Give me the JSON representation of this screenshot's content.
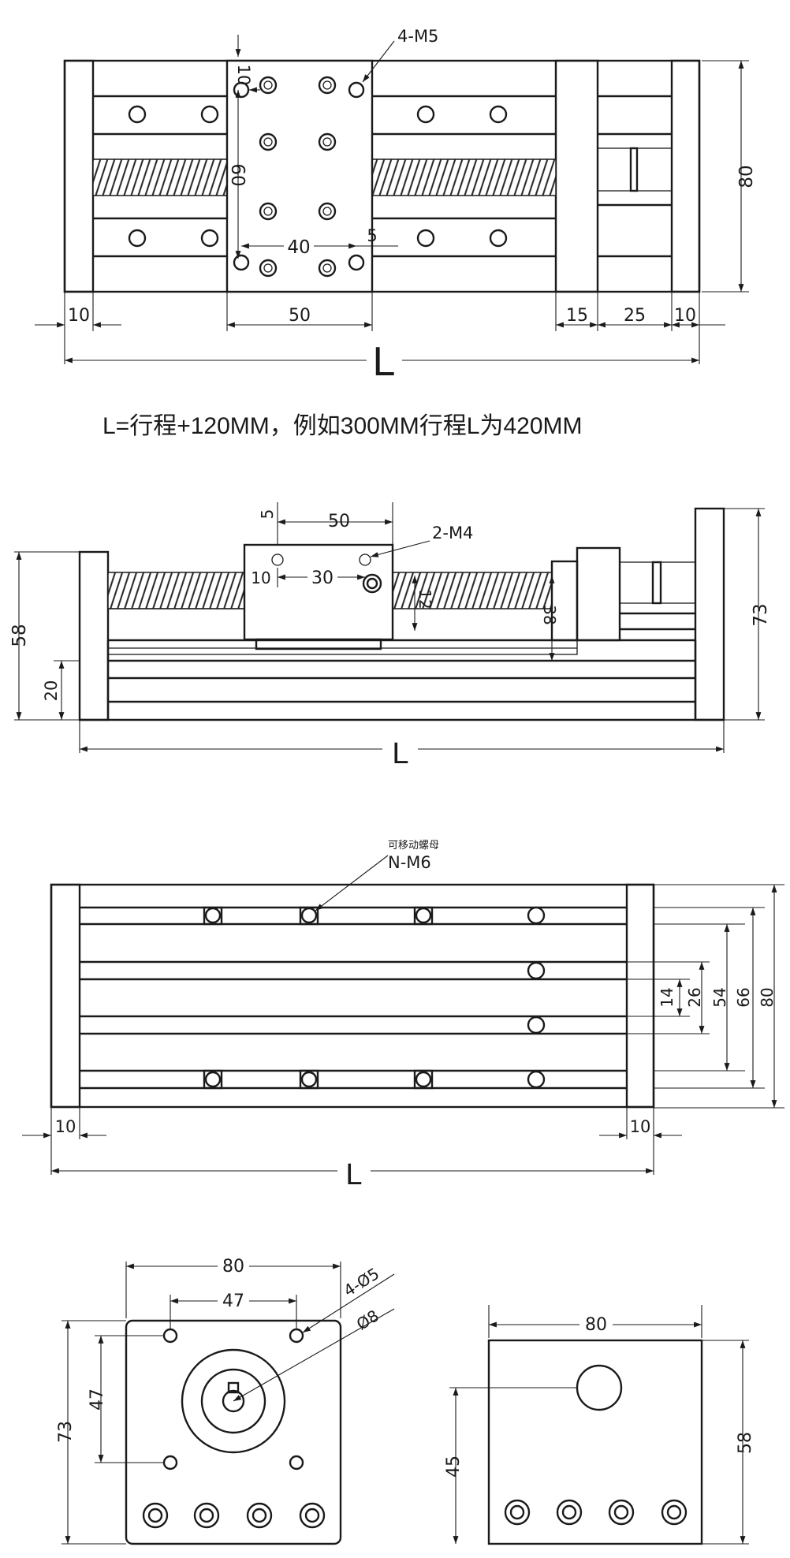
{
  "top_view": {
    "thread_label": "4-M5",
    "dims": {
      "d10_top": "10",
      "d60": "60",
      "d40": "40",
      "d5": "5",
      "d80": "80",
      "d10_left": "10",
      "d50": "50",
      "d15": "15",
      "d25": "25",
      "d10_right": "10",
      "L": "L"
    }
  },
  "note": "L=行程+120MM，例如300MM行程L为420MM",
  "side_view": {
    "thread_label": "2-M4",
    "dims": {
      "d5": "5",
      "d50": "50",
      "d10": "10",
      "d30": "30",
      "d12": "12",
      "d38": "38",
      "d73": "73",
      "d58": "58",
      "d20": "20",
      "L": "L"
    }
  },
  "bottom_view": {
    "nut_label_cn": "可移动螺母",
    "thread_label": "N-M6",
    "dims": {
      "d14": "14",
      "d26": "26",
      "d54": "54",
      "d66": "66",
      "d80": "80",
      "d10_left": "10",
      "d10_right": "10",
      "L": "L"
    }
  },
  "end_view_motor": {
    "dims": {
      "d80": "80",
      "d47_h": "47",
      "d47_v": "47",
      "d73": "73",
      "holes": "4-Ø5",
      "bore": "Ø8"
    }
  },
  "end_view_idle": {
    "dims": {
      "d80": "80",
      "d45": "45",
      "d58": "58"
    }
  }
}
